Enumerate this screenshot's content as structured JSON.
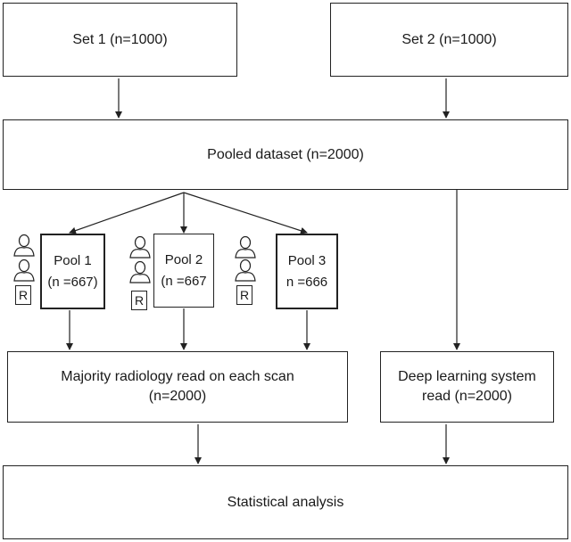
{
  "set1": "Set 1 (n=1000)",
  "set2": "Set 2 (n=1000)",
  "pooled": "Pooled dataset (n=2000)",
  "pools": [
    {
      "name": "Pool 1",
      "count": "(n =667)"
    },
    {
      "name": "Pool 2",
      "count": "(n =667"
    },
    {
      "name": "Pool 3",
      "count": "n =666"
    }
  ],
  "reader_label": "R",
  "majority": {
    "line1": "Majority radiology read on each scan",
    "line2": "(n=2000)"
  },
  "dls": {
    "line1": "Deep learning system",
    "line2": "read (n=2000)"
  },
  "stats": "Statistical analysis",
  "icons": {
    "reader": "person-icon",
    "radiologist": "r-box-icon"
  }
}
